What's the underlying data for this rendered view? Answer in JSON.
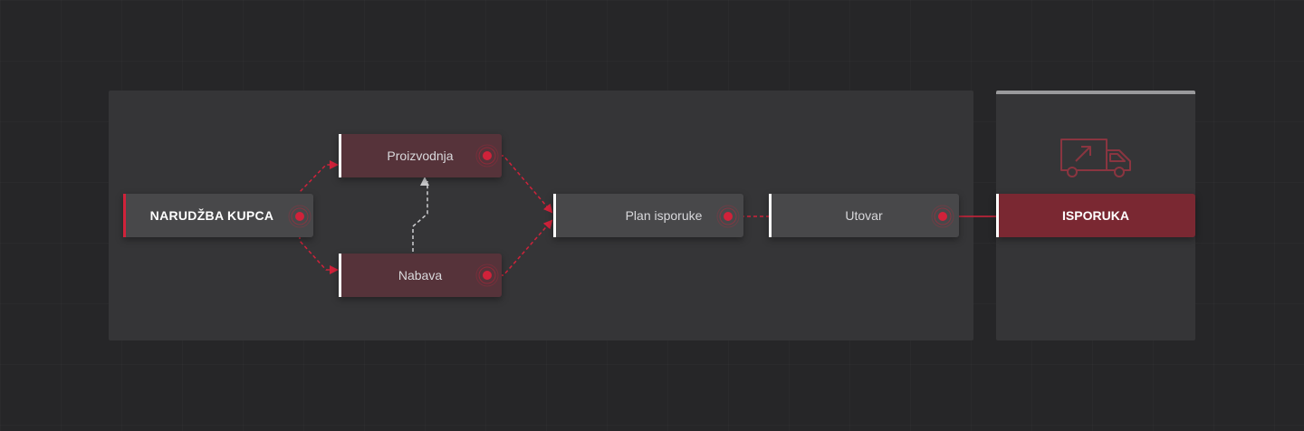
{
  "nodes": {
    "narudzba": "NARUDŽBA KUPCA",
    "proizvodnja": "Proizvodnja",
    "nabava": "Nabava",
    "plan": "Plan isporuke",
    "utovar": "Utovar",
    "isporuka": "ISPORUKA"
  },
  "icons": {
    "delivery": "delivery-truck-icon",
    "port": "target-port-icon"
  },
  "colors": {
    "accent_red": "#d0223a",
    "node_grey": "#48484a",
    "node_wine": "#56333a",
    "node_final": "#7a2832",
    "panel": "#353537"
  }
}
